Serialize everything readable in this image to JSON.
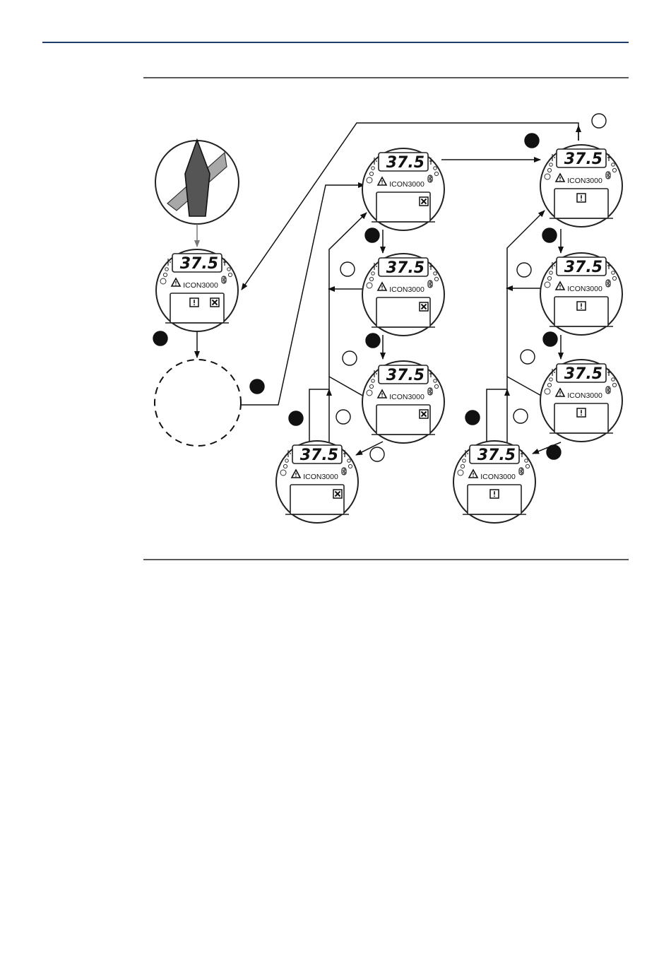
{
  "header": {
    "rule_color": "#1f3d6b"
  },
  "diagram": {
    "display_value": "37.5",
    "model_name": "ICON3000",
    "units": [
      {
        "id": "start",
        "badges": [
          "warning",
          "alarm"
        ]
      },
      {
        "id": "a1",
        "badges": [
          "alarm"
        ]
      },
      {
        "id": "a2",
        "badges": [
          "alarm"
        ]
      },
      {
        "id": "a3",
        "badges": [
          "alarm"
        ]
      },
      {
        "id": "a4",
        "badges": [
          "alarm"
        ]
      },
      {
        "id": "w1",
        "badges": [
          "warning"
        ]
      },
      {
        "id": "w2",
        "badges": [
          "warning"
        ]
      },
      {
        "id": "w3",
        "badges": [
          "warning"
        ]
      },
      {
        "id": "w4",
        "badges": [
          "warning"
        ]
      }
    ],
    "markers": [
      {
        "id": "m1",
        "filled": true
      },
      {
        "id": "m2",
        "filled": true
      },
      {
        "id": "m3",
        "filled": false
      },
      {
        "id": "m4",
        "filled": true
      },
      {
        "id": "m5",
        "filled": false
      },
      {
        "id": "m6",
        "filled": true
      },
      {
        "id": "m7",
        "filled": false
      },
      {
        "id": "m8",
        "filled": true
      },
      {
        "id": "m9",
        "filled": false
      },
      {
        "id": "m10",
        "filled": false
      },
      {
        "id": "m11",
        "filled": true
      },
      {
        "id": "m12",
        "filled": false
      },
      {
        "id": "m13",
        "filled": true
      },
      {
        "id": "m14",
        "filled": false
      },
      {
        "id": "m15",
        "filled": true
      },
      {
        "id": "m16",
        "filled": false
      },
      {
        "id": "m17",
        "filled": true
      },
      {
        "id": "m18",
        "filled": true
      }
    ],
    "icons": {
      "setting_tool": "knob-key-icon",
      "warning": "warning-triangle-icon",
      "alarm": "alarm-box-icon",
      "status_warning": "exclamation-box-icon",
      "bluetooth": "bluetooth-icon"
    }
  }
}
